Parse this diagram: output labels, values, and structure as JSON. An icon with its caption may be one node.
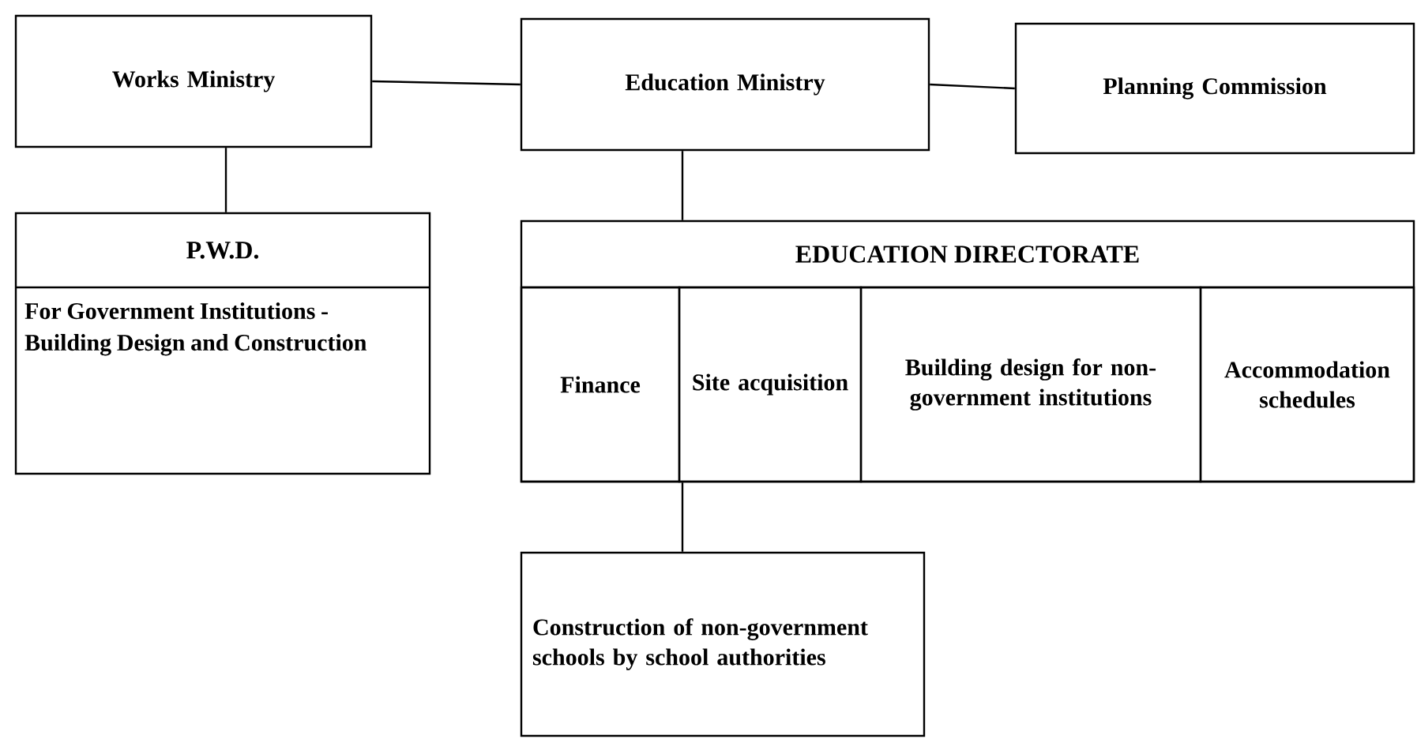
{
  "diagram": {
    "nodes": [
      {
        "text": [
          "Works Ministry"
        ]
      },
      {
        "text": [
          "Education Ministry"
        ]
      },
      {
        "text": [
          "Planning Commission"
        ]
      },
      {
        "text": [
          "P.W.D.",
          "For Government Institutions - Building Design and Construction"
        ]
      },
      {
        "text": [
          "EDUCATION DIRECTORATE"
        ]
      },
      {
        "text": [
          "Finance"
        ],
        "in": 4
      },
      {
        "text": [
          "Site acquisition"
        ],
        "in": 4
      },
      {
        "text": [
          "Building design for non-government institutions"
        ],
        "in": 4
      },
      {
        "text": [
          "Accommodation schedules"
        ],
        "in": 4
      },
      {
        "text": [
          "Construction of non-government schools by school authorities"
        ]
      }
    ],
    "edges": [
      {
        "from": 0,
        "to": 1,
        "arrow": "none"
      },
      {
        "from": 1,
        "to": 2,
        "arrow": "none"
      },
      {
        "from": 0,
        "to": 3,
        "arrow": "none"
      },
      {
        "from": 1,
        "to": 4,
        "arrow": "none"
      },
      {
        "from": 4,
        "to": 9,
        "arrow": "none"
      }
    ]
  }
}
